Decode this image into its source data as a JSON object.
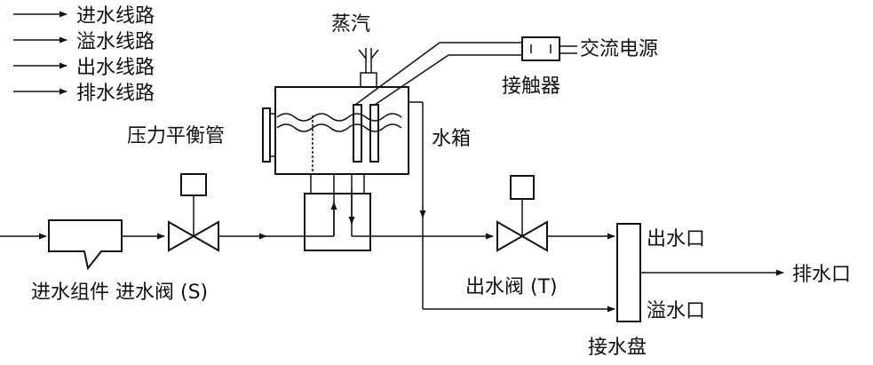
{
  "legend": [
    {
      "label": "进水线路"
    },
    {
      "label": "溢水线路"
    },
    {
      "label": "出水线路"
    },
    {
      "label": "排水线路"
    }
  ],
  "labels": {
    "steam": "蒸汽",
    "ac_power": "交流电源",
    "contactor": "接触器",
    "pressure_tube": "压力平衡管",
    "water_tank": "水箱",
    "inlet_assembly_valve": "进水组件 进水阀 (S)",
    "outlet_valve": "出水阀 (T)",
    "outlet_port": "出水口",
    "overflow_port": "溢水口",
    "drip_tray": "接水盘",
    "drain_port": "排水口"
  }
}
